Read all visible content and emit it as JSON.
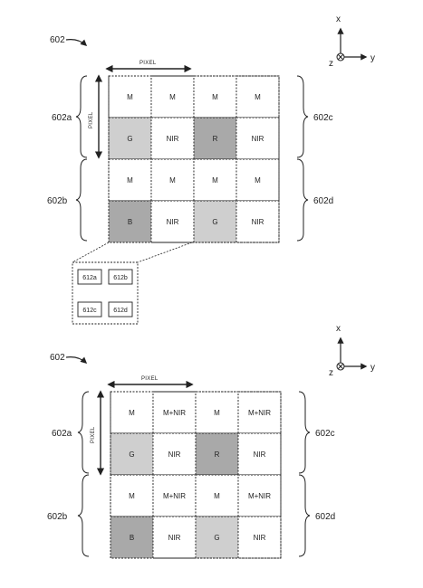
{
  "figures": [
    {
      "ref_label": "602",
      "pixel_label": "PIXEL",
      "left_labels": [
        "602a",
        "602b"
      ],
      "right_labels": [
        "602c",
        "602d"
      ],
      "axes": {
        "x": "x",
        "y": "y",
        "z": "z"
      },
      "cell_labels": [
        [
          "M",
          "M",
          "M",
          "M"
        ],
        [
          "G",
          "NIR",
          "R",
          "NIR"
        ],
        [
          "M",
          "M",
          "M",
          "M"
        ],
        [
          "B",
          "NIR",
          "G",
          "NIR"
        ]
      ],
      "cell_fills": [
        [
          "#ffffff",
          "#ffffff",
          "#ffffff",
          "#ffffff"
        ],
        [
          "#cfcfcf",
          "#ffffff",
          "#a9a9a9",
          "#ffffff"
        ],
        [
          "#ffffff",
          "#ffffff",
          "#ffffff",
          "#ffffff"
        ],
        [
          "#a9a9a9",
          "#ffffff",
          "#cfcfcf",
          "#ffffff"
        ]
      ],
      "subpixels": [
        "612a",
        "612b",
        "612c",
        "612d"
      ]
    },
    {
      "ref_label": "602",
      "pixel_label": "PIXEL",
      "left_labels": [
        "602a",
        "602b"
      ],
      "right_labels": [
        "602c",
        "602d"
      ],
      "axes": {
        "x": "x",
        "y": "y",
        "z": "z"
      },
      "cell_labels": [
        [
          "M",
          "M+NIR",
          "M",
          "M+NIR"
        ],
        [
          "G",
          "NIR",
          "R",
          "NIR"
        ],
        [
          "M",
          "M+NIR",
          "M",
          "M+NIR"
        ],
        [
          "B",
          "NIR",
          "G",
          "NIR"
        ]
      ],
      "cell_fills": [
        [
          "#ffffff",
          "#ffffff",
          "#ffffff",
          "#ffffff"
        ],
        [
          "#cfcfcf",
          "#ffffff",
          "#a9a9a9",
          "#ffffff"
        ],
        [
          "#ffffff",
          "#ffffff",
          "#ffffff",
          "#ffffff"
        ],
        [
          "#a9a9a9",
          "#ffffff",
          "#cfcfcf",
          "#ffffff"
        ]
      ]
    }
  ]
}
